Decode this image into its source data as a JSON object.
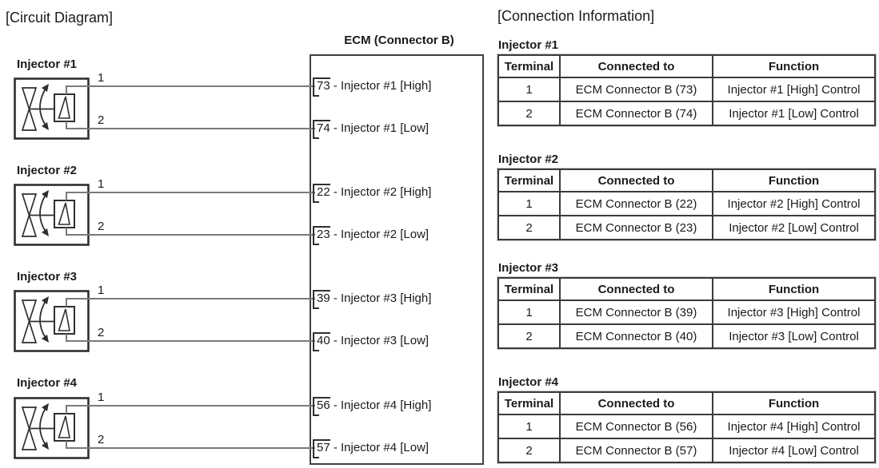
{
  "circuit": {
    "title": "[Circuit Diagram]",
    "ecm_label": "ECM (Connector B)",
    "injectors": [
      {
        "label": "Injector #1",
        "t1": "1",
        "t2": "2",
        "pin_high": "73 - Injector #1 [High]",
        "pin_low": "74 - Injector #1 [Low]"
      },
      {
        "label": "Injector #2",
        "t1": "1",
        "t2": "2",
        "pin_high": "22 - Injector #2 [High]",
        "pin_low": "23 - Injector #2 [Low]"
      },
      {
        "label": "Injector #3",
        "t1": "1",
        "t2": "2",
        "pin_high": "39 - Injector #3 [High]",
        "pin_low": "40 - Injector #3 [Low]"
      },
      {
        "label": "Injector #4",
        "t1": "1",
        "t2": "2",
        "pin_high": "56 - Injector #4 [High]",
        "pin_low": "57 - Injector #4 [Low]"
      }
    ]
  },
  "info": {
    "title": "[Connection Information]",
    "tables": [
      {
        "title": "Injector #1",
        "headers": [
          "Terminal",
          "Connected to",
          "Function"
        ],
        "rows": [
          [
            "1",
            "ECM Connector B (73)",
            "Injector #1 [High] Control"
          ],
          [
            "2",
            "ECM Connector B (74)",
            "Injector #1 [Low] Control"
          ]
        ]
      },
      {
        "title": "Injector #2",
        "headers": [
          "Terminal",
          "Connected to",
          "Function"
        ],
        "rows": [
          [
            "1",
            "ECM Connector B (22)",
            "Injector #2 [High] Control"
          ],
          [
            "2",
            "ECM Connector B (23)",
            "Injector #2 [Low] Control"
          ]
        ]
      },
      {
        "title": "Injector #3",
        "headers": [
          "Terminal",
          "Connected to",
          "Function"
        ],
        "rows": [
          [
            "1",
            "ECM Connector B (39)",
            "Injector #3 [High] Control"
          ],
          [
            "2",
            "ECM Connector B (40)",
            "Injector #3 [Low] Control"
          ]
        ]
      },
      {
        "title": "Injector #4",
        "headers": [
          "Terminal",
          "Connected to",
          "Function"
        ],
        "rows": [
          [
            "1",
            "ECM Connector B (56)",
            "Injector #4 [High] Control"
          ],
          [
            "2",
            "ECM Connector B (57)",
            "Injector #4 [Low] Control"
          ]
        ]
      }
    ]
  },
  "colors": {
    "wire": "#7a7a7a",
    "line": "#2f2f2f",
    "table_border": "#3b3b3b",
    "text": "#1a1a1a"
  }
}
